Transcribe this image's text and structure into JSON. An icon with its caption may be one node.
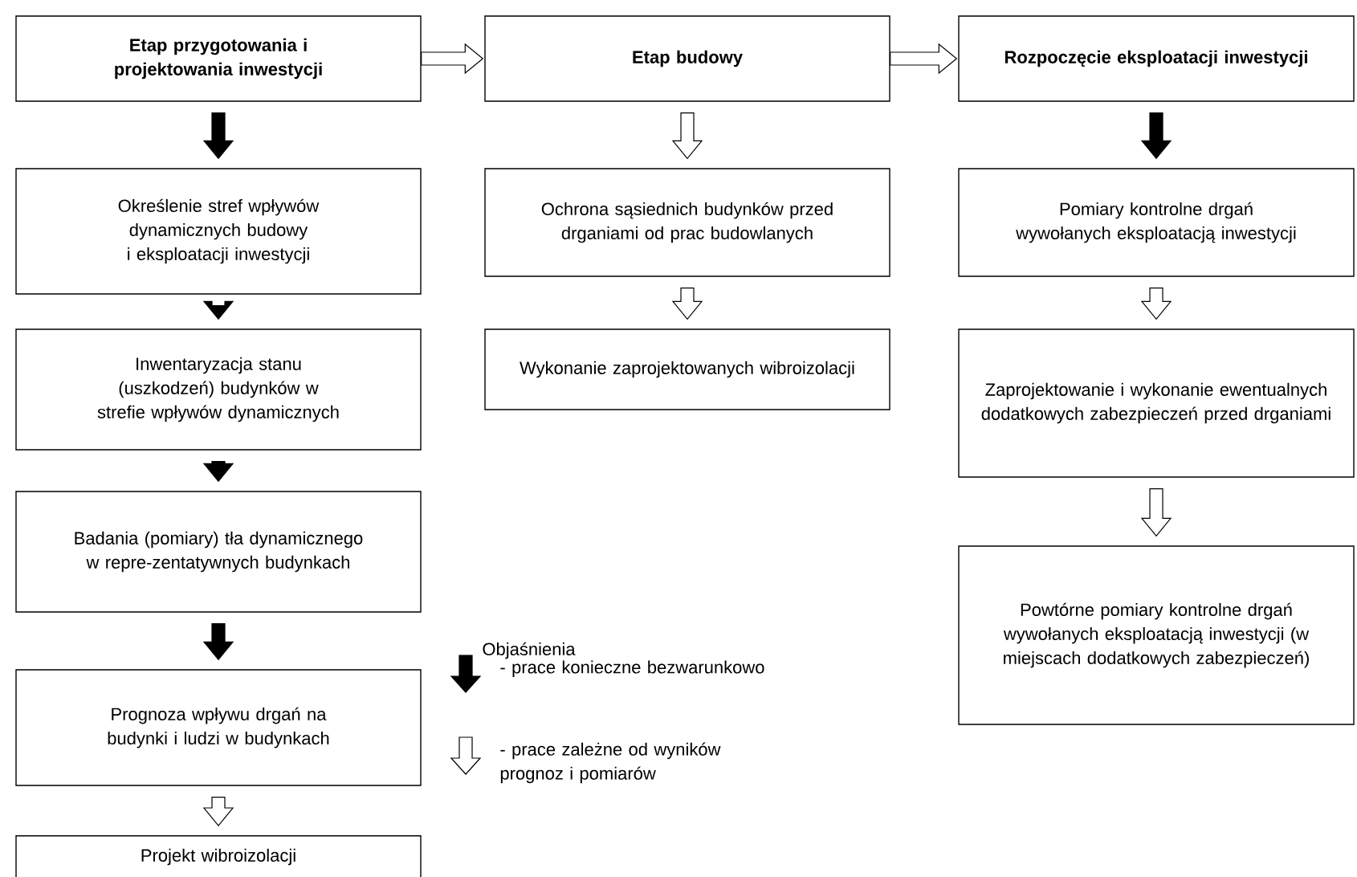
{
  "diagram": {
    "nodes": [
      {
        "text": [
          "Etap przygotowania i projektowania inwestycji"
        ]
      },
      {
        "text": [
          "Etap budowy"
        ]
      },
      {
        "text": [
          "Rozpoczęcie eksploatacji inwestycji"
        ]
      },
      {
        "text": [
          "Określenie stref wpływów dynamicznych budowy i eksploatacji inwestycji"
        ]
      },
      {
        "text": [
          "Inwentaryzacja stanu (uszkodzeń) budynków w strefie wpływów dynamicznych"
        ]
      },
      {
        "text": [
          "Badania (pomiary) tła dynamicznego w repre-zentatywnych budynkach"
        ]
      },
      {
        "text": [
          "Prognoza wpływu drgań na budynki i ludzi w budynkach"
        ]
      },
      {
        "text": [
          "Projekt wibroizolacji"
        ]
      },
      {
        "text": [
          "Ochrona sąsiednich budynków przed drganiami od prac budowlanych"
        ]
      },
      {
        "text": [
          "Wykonanie zaprojektowanych wibroizolacji"
        ]
      },
      {
        "text": [
          "Pomiary kontrolne drgań wywołanych eksploatacją inwestycji"
        ]
      },
      {
        "text": [
          "Zaprojektowanie i wykonanie ewentualnych dodatkowych zabezpieczeń przed drganiami"
        ]
      },
      {
        "text": [
          "Powtórne pomiary kontrolne drgań wywołanych eksploatacją inwestycji (w miejscach dodatkowych zabezpieczeń)"
        ]
      }
    ],
    "edges": [
      {
        "from": 0,
        "to": 1,
        "arrow": "to"
      },
      {
        "from": 1,
        "to": 2,
        "arrow": "to"
      },
      {
        "from": 0,
        "to": 3,
        "arrow": "to",
        "style": "thick"
      },
      {
        "from": 3,
        "to": 4,
        "arrow": "to",
        "style": "thick"
      },
      {
        "from": 4,
        "to": 5,
        "arrow": "to",
        "style": "thick"
      },
      {
        "from": 5,
        "to": 6,
        "arrow": "to",
        "style": "thick"
      },
      {
        "from": 6,
        "to": 7,
        "arrow": "to"
      },
      {
        "from": 1,
        "to": 8,
        "arrow": "to"
      },
      {
        "from": 8,
        "to": 9,
        "arrow": "to"
      },
      {
        "from": 2,
        "to": 10,
        "arrow": "to",
        "style": "thick"
      },
      {
        "from": 10,
        "to": 11,
        "arrow": "to"
      },
      {
        "from": 11,
        "to": 12,
        "arrow": "to"
      }
    ],
    "labels": [
      "Objaśnienia"
    ],
    "legend": [
      {
        "text": "- prace konieczne bezwarunkowo"
      },
      {
        "text": "- prace zależne od wyników prognoz i pomiarów"
      }
    ]
  }
}
